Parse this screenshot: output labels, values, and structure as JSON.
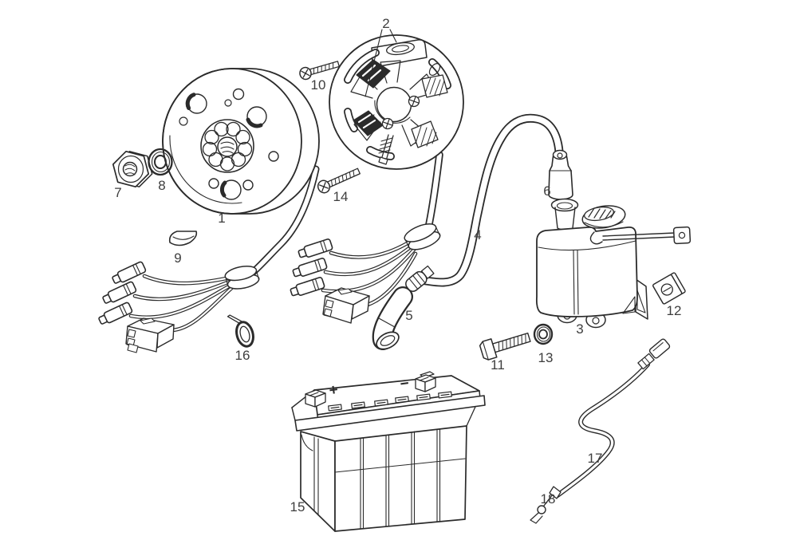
{
  "colors": {
    "background": "#ffffff",
    "line": "#2b2b2b",
    "label": "#3e3e3e"
  },
  "labels": {
    "p1": "1",
    "p2": "2",
    "p3": "3",
    "p4": "4",
    "p5": "5",
    "p6": "6",
    "p7": "7",
    "p8": "8",
    "p9": "9",
    "p10": "10",
    "p11": "11",
    "p12": "12",
    "p13": "13",
    "p14": "14",
    "p15": "15",
    "p16": "16",
    "p17": "17",
    "p18": "18"
  },
  "battery_marks": {
    "positive": "+",
    "negative": "−"
  }
}
